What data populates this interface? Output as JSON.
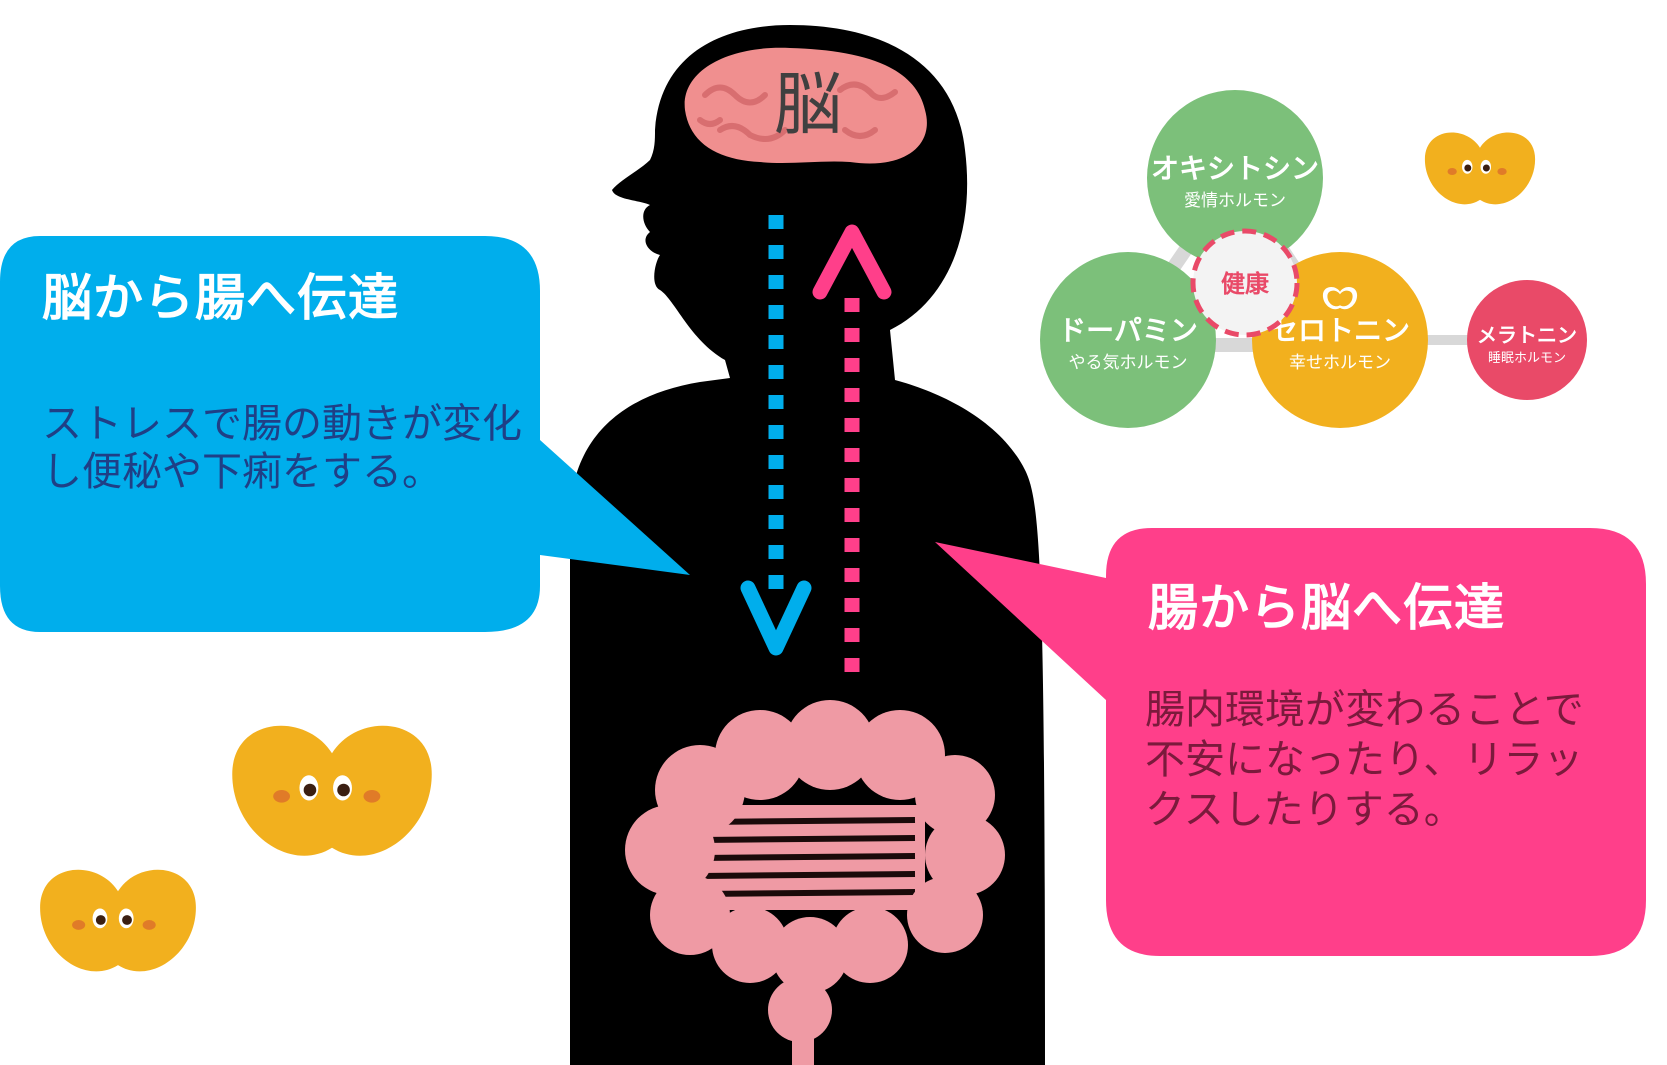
{
  "brain_label": "脳",
  "brain_to_gut": {
    "title": "脳から腸へ伝達",
    "body": "ストレスで腸の動きが変化し便秘や下痢をする。",
    "color": "#00aeec"
  },
  "gut_to_brain": {
    "title": "腸から脳へ伝達",
    "body": "腸内環境が変わることで不安になったり、リラックスしたりする。",
    "color": "#ff3f8a"
  },
  "hormones": {
    "center": "健康",
    "oxytocin": {
      "name": "オキシトシン",
      "sub": "愛情ホルモン",
      "color": "#7cc07a"
    },
    "dopamine": {
      "name": "ドーパミン",
      "sub": "やる気ホルモン",
      "color": "#7cc07a"
    },
    "serotonin": {
      "name": "セロトニン",
      "sub": "幸せホルモン",
      "color": "#f2b01e"
    },
    "melatonin": {
      "name": "メラトニン",
      "sub": "睡眠ホルモン",
      "color": "#e94a68"
    }
  },
  "colors": {
    "silhouette": "#000000",
    "brain": "#f08f8f",
    "intestine": "#ef9aa4",
    "mascot": "#f2b01e"
  }
}
